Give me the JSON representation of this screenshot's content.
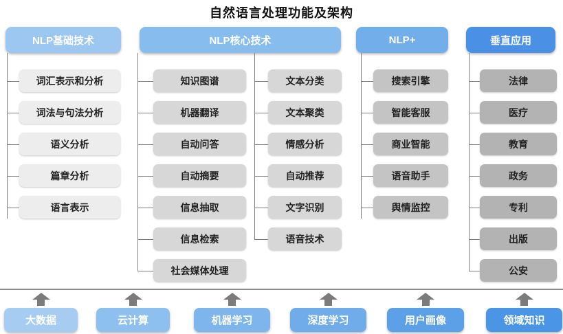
{
  "title": "自然语言处理功能及架构",
  "tree": {
    "foundation": {
      "header": "NLP基础技术",
      "items": [
        "词汇表示和分析",
        "词法与句法分析",
        "语义分析",
        "篇章分析",
        "语言表示"
      ]
    },
    "core": {
      "header": "NLP核心技术",
      "items_left": [
        "知识图谱",
        "机器翻译",
        "自动问答",
        "自动摘要",
        "信息抽取",
        "信息检索",
        "社会媒体处理"
      ],
      "items_right": [
        "文本分类",
        "文本聚类",
        "情感分析",
        "自动推荐",
        "文字识别",
        "语音技术"
      ]
    },
    "nlp_plus": {
      "header": "NLP+",
      "items": [
        "搜索引擎",
        "智能客服",
        "商业智能",
        "语音助手",
        "舆情监控"
      ]
    },
    "vertical_apps": {
      "header": "垂直应用",
      "items": [
        "法律",
        "医疗",
        "教育",
        "政务",
        "专利",
        "出版",
        "公安"
      ]
    }
  },
  "supporting": {
    "items": [
      "大数据",
      "云计算",
      "机器学习",
      "深度学习",
      "用户画像",
      "领域知识"
    ]
  },
  "colors": {
    "header_blues": [
      "#9bc7f0",
      "#87bcee",
      "#72aeea",
      "#4a90e4"
    ],
    "item_grays": [
      "#ededed",
      "#d7d7d7",
      "#c4c4c4",
      "#b3b3b3"
    ],
    "supporting_blues": [
      "#a6cdf1",
      "#8dc0ee",
      "#7db5ec",
      "#70acea",
      "#5ca0e8",
      "#4b95e6"
    ],
    "connector_gray": "#808080",
    "title_color": "#111111"
  }
}
